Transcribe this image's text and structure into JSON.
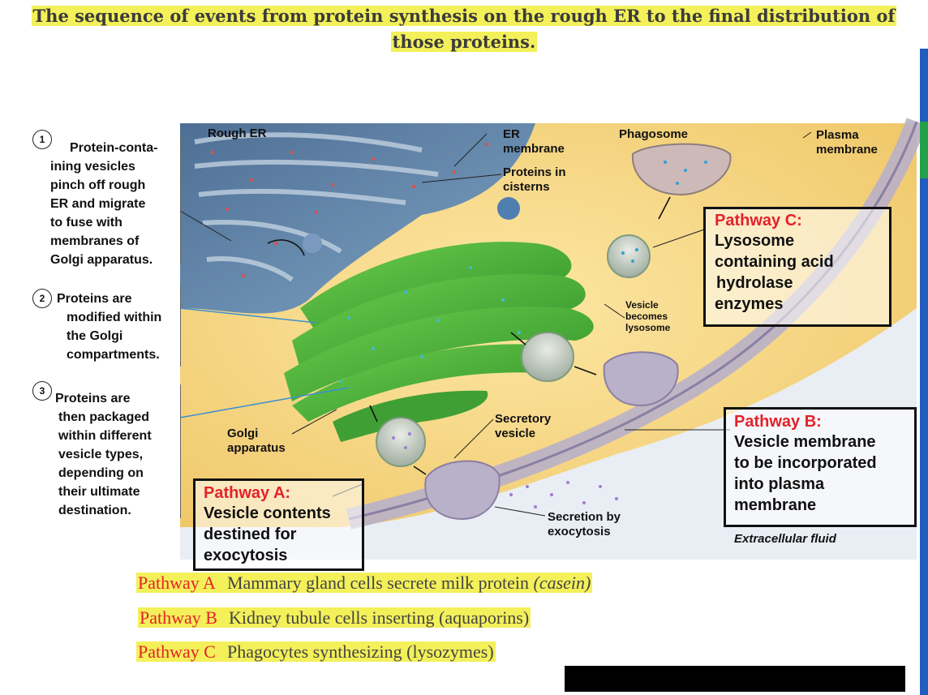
{
  "title": {
    "line1": "The sequence of events from protein synthesis on the rough ER to the final distribution of",
    "line2": "those proteins."
  },
  "steps": [
    {
      "num": "1",
      "lines": [
        "Protein-conta-",
        "ining vesicles",
        "pinch off rough",
        "ER and migrate",
        "to fuse with",
        "membranes of",
        "Golgi apparatus."
      ]
    },
    {
      "num": "2",
      "lines": [
        "Proteins are",
        "modified within",
        "the Golgi",
        "compartments."
      ]
    },
    {
      "num": "3",
      "lines": [
        "Proteins are",
        "then packaged",
        "within different",
        "vesicle types,",
        "depending on",
        "their ultimate",
        "destination."
      ]
    }
  ],
  "labels": {
    "rough_er": "Rough ER",
    "er_membrane_1": "ER",
    "er_membrane_2": "membrane",
    "proteins_in_1": "Proteins in",
    "proteins_in_2": "cisterns",
    "phagosome": "Phagosome",
    "plasma_1": "Plasma",
    "plasma_2": "membrane",
    "vesicle_becomes_1": "Vesicle",
    "vesicle_becomes_2": "becomes",
    "vesicle_becomes_3": "lysosome",
    "golgi_1": "Golgi",
    "golgi_2": "apparatus",
    "secretory_1": "Secretory",
    "secretory_2": "vesicle",
    "secretion_1": "Secretion by",
    "secretion_2": "exocytosis",
    "extracellular": "Extracellular fluid"
  },
  "pathways": {
    "a": {
      "title": "Pathway A:",
      "lines": [
        "Vesicle contents",
        "destined for",
        "exocytosis"
      ]
    },
    "b": {
      "title": "Pathway B:",
      "lines": [
        "Vesicle membrane",
        "to be incorporated",
        "into plasma",
        "membrane"
      ]
    },
    "c": {
      "title": "Pathway C:",
      "lines": [
        "Lysosome",
        "containing acid",
        "hydrolase",
        "enzymes"
      ]
    }
  },
  "examples": [
    {
      "pathway": "Pathway A",
      "text": "Mammary gland cells secrete milk protein",
      "extra": "(casein)"
    },
    {
      "pathway": "Pathway B",
      "text": "Kidney tubule cells inserting (aquaporins)",
      "extra": ""
    },
    {
      "pathway": "Pathway C",
      "text": "Phagocytes synthesizing (lysozymes)",
      "extra": ""
    }
  ],
  "colors": {
    "highlight": "#f3f05a",
    "pathway_red": "#e4222a",
    "golgi_green": "#4fb33a",
    "er_blue": "#5a82a8",
    "cytoplasm": "#f6d98a"
  }
}
